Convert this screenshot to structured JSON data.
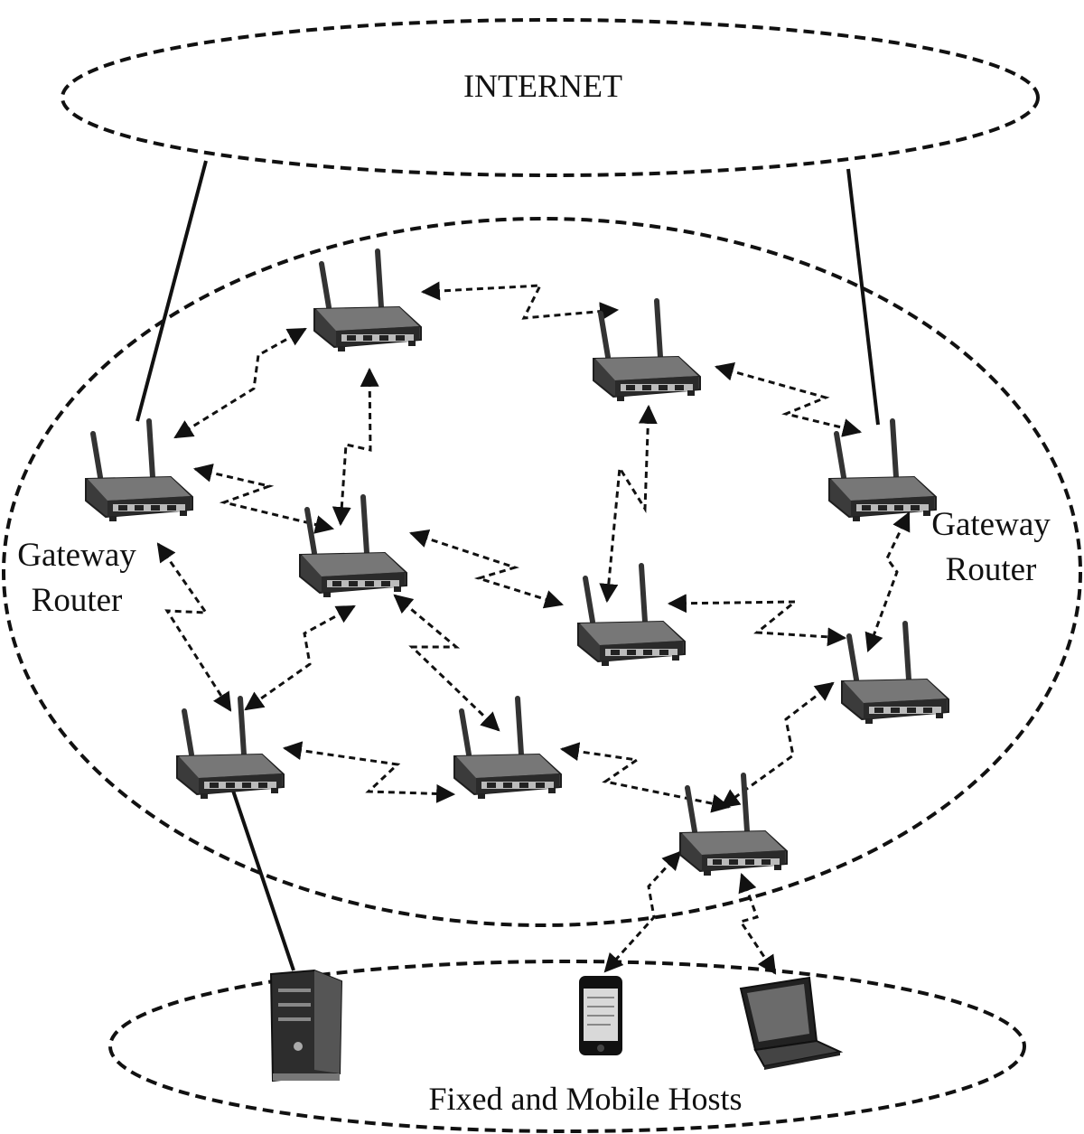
{
  "labels": {
    "internet": "INTERNET",
    "gateway_left_line1": "Gateway",
    "gateway_left_line2": "Router",
    "gateway_right_line1": "Gateway",
    "gateway_right_line2": "Router",
    "hosts": "Fixed and Mobile Hosts"
  },
  "icons": [
    "wireless-router-icon",
    "server-tower-icon",
    "smartphone-icon",
    "laptop-icon"
  ],
  "colors": {
    "ink": "#111111",
    "device": "#3a3a3a",
    "background": "#ffffff"
  }
}
